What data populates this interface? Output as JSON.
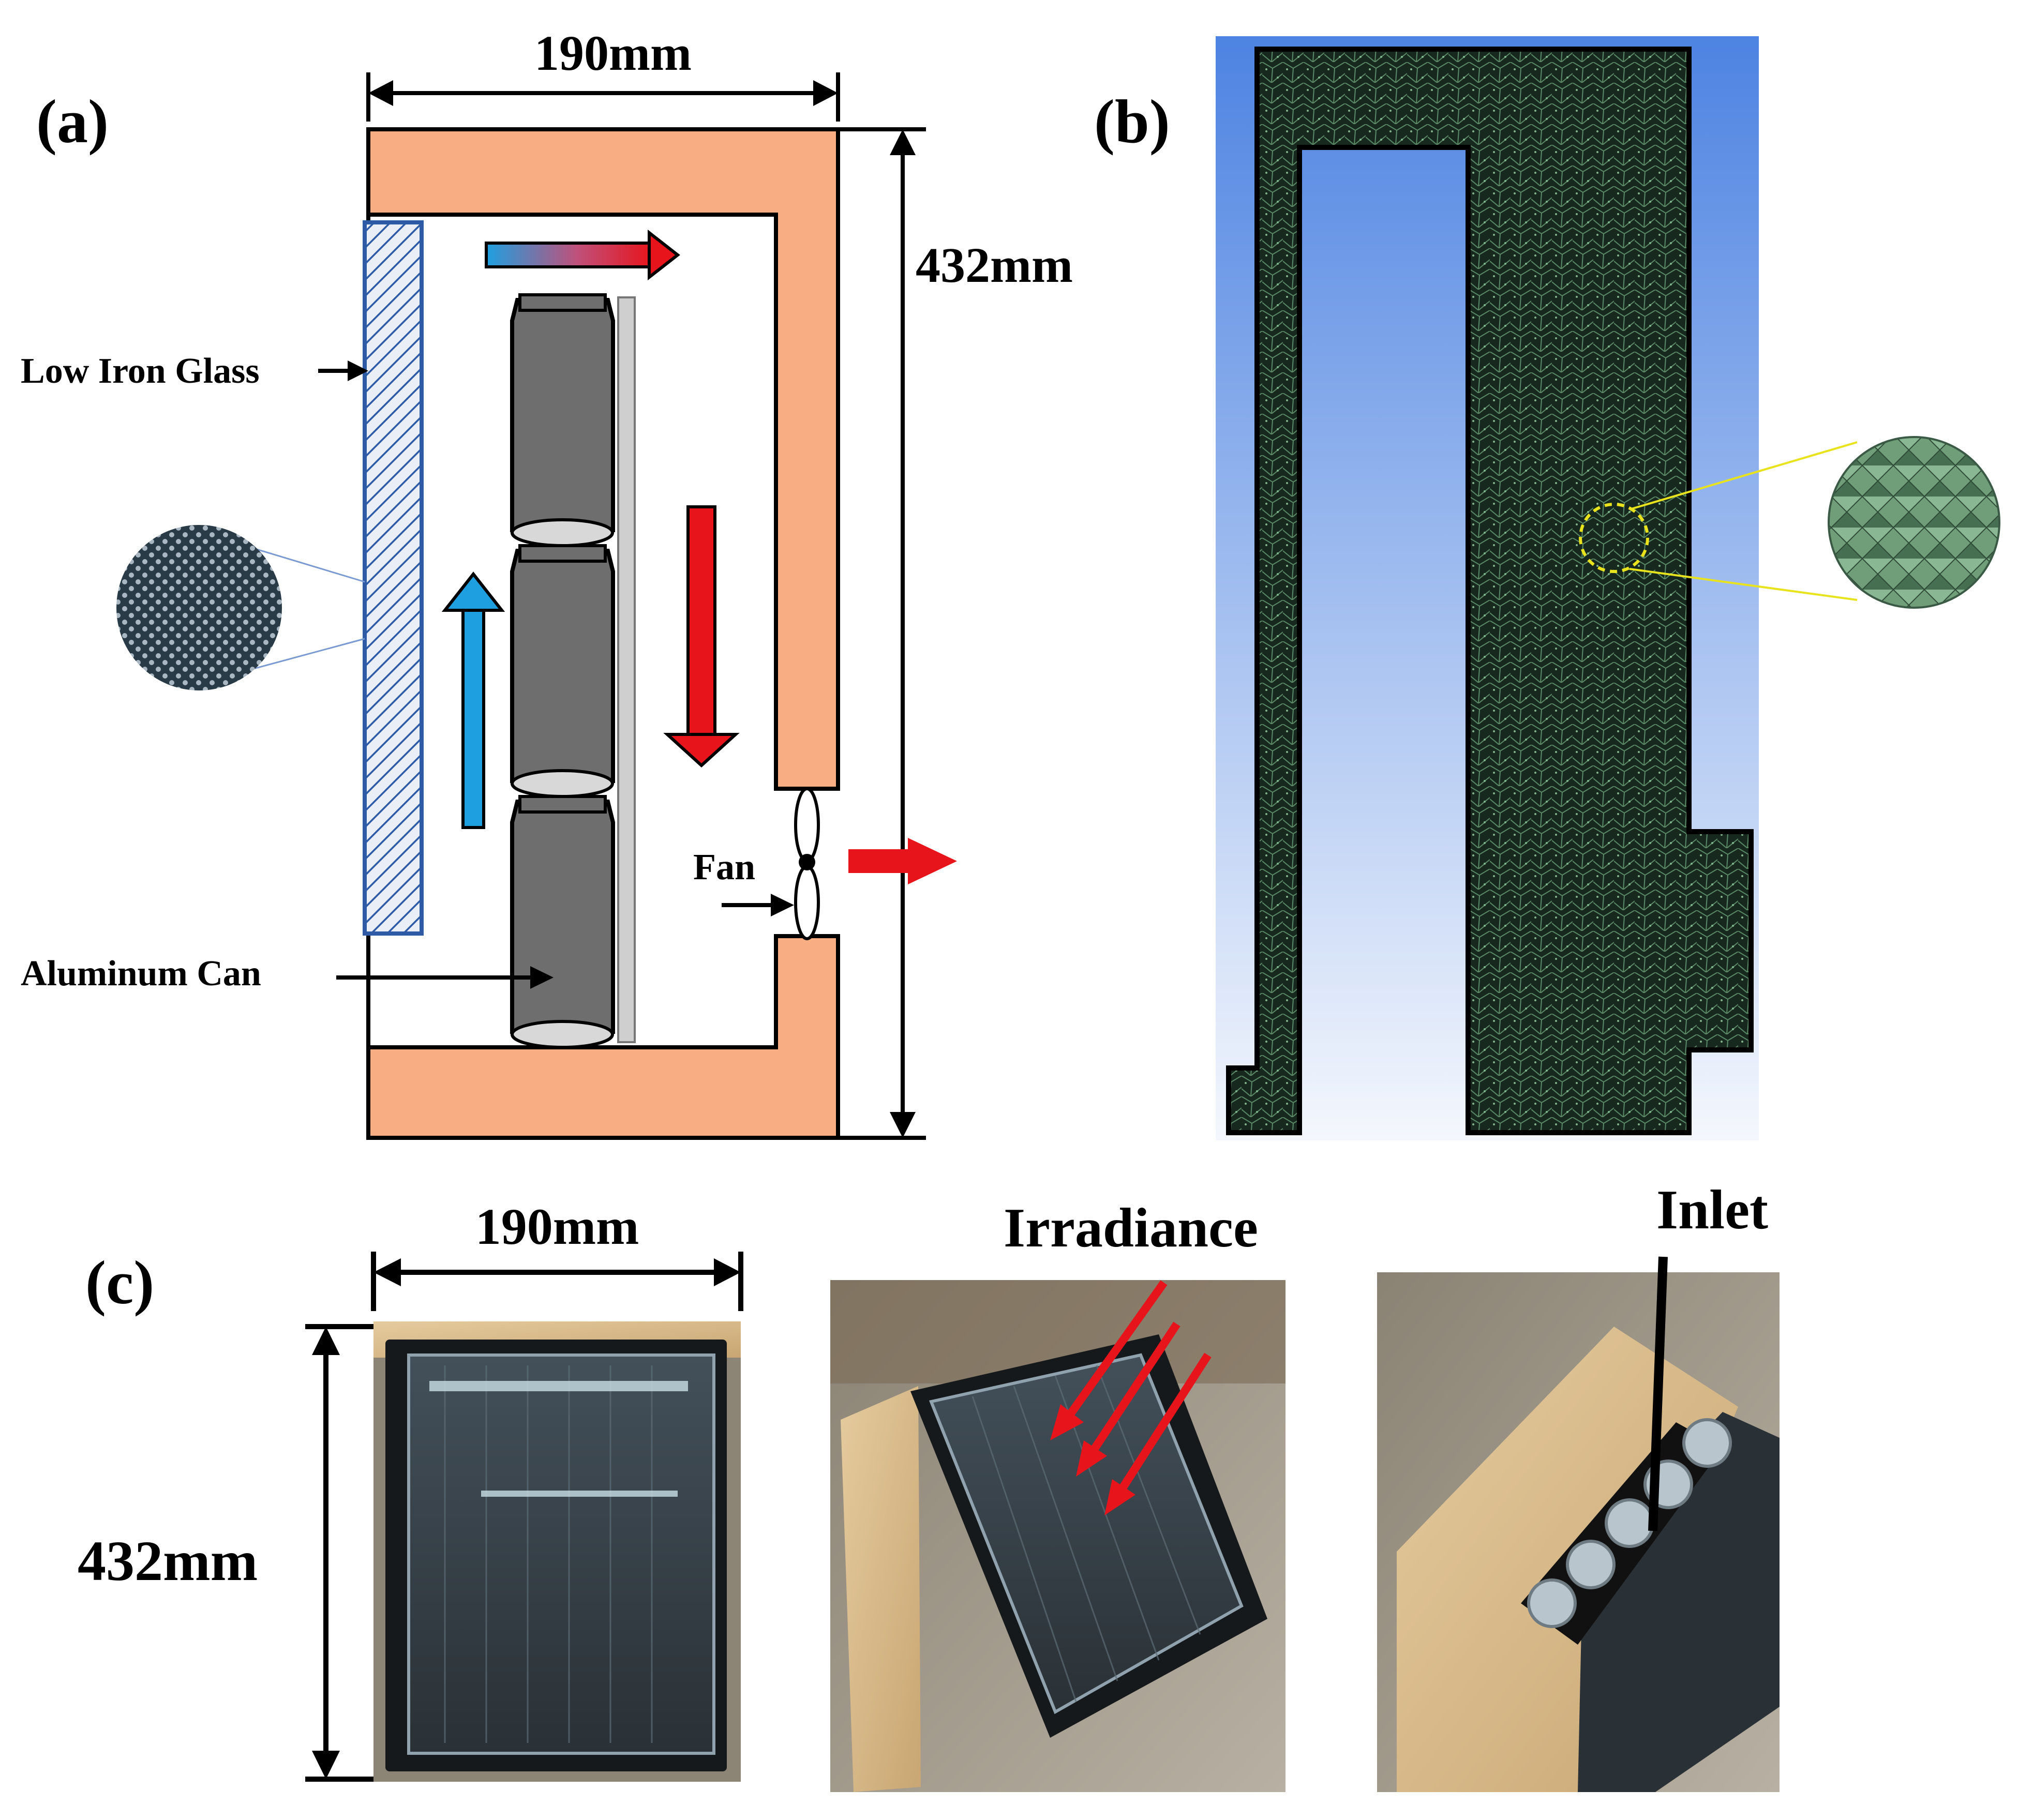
{
  "panel_a": {
    "tag": "(a)",
    "width_dim": "190mm",
    "height_dim": "432mm",
    "label_glass": "Low Iron Glass",
    "label_can": "Aluminum Can",
    "label_fan": "Fan",
    "colors": {
      "frame": "#F8AE82",
      "glass": "#2D5BA6",
      "hot_arrow": "#E8141B",
      "cold_arrow": "#1EA0E0",
      "can": "#6E6E6E"
    }
  },
  "panel_b": {
    "tag": "(b)",
    "colors": {
      "mesh": "#1D3A2A",
      "background_top": "#4D83E2",
      "background_bottom": "#F4F7FD",
      "zoom_ring": "#E8E31C"
    }
  },
  "panel_c": {
    "tag": "(c)",
    "width_dim": "190mm",
    "height_dim": "432mm",
    "label_irradiance": "Irradiance",
    "label_inlet": "Inlet"
  }
}
